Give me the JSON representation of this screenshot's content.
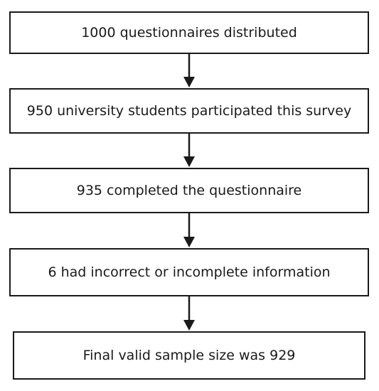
{
  "steps": [
    {
      "label": "1000 questionnaires distributed"
    },
    {
      "label": "950 university students participated this survey"
    },
    {
      "label": "935 completed the questionnaire"
    },
    {
      "label": "6 had incorrect or incomplete information"
    },
    {
      "label": "Final valid sample size was 929"
    }
  ],
  "colors": {
    "stroke": "#1a1a1a",
    "background": "#ffffff"
  }
}
